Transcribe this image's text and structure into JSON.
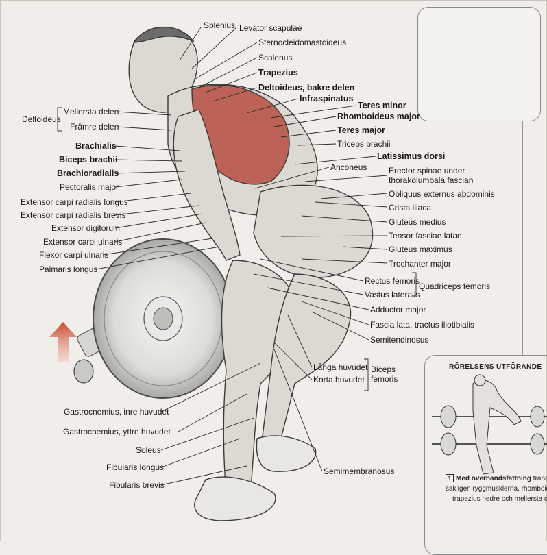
{
  "labels": {
    "splenius": "Splenius",
    "levator_scapulae": "Levator scapulae",
    "sternocleidomastoideus": "Sternocleidomastoideus",
    "scalenus": "Scalenus",
    "trapezius": "Trapezius",
    "deltoideus_bakre": "Deltoideus, bakre delen",
    "infraspinatus": "Infraspinatus",
    "teres_minor": "Teres minor",
    "rhomboideus_major": "Rhomboideus major",
    "teres_major": "Teres major",
    "triceps_brachii": "Triceps brachii",
    "latissimus_dorsi": "Latissimus dorsi",
    "anconeus": "Anconeus",
    "erector_spinae_1": "Erector spinae under",
    "erector_spinae_2": "thorakolumbala fascian",
    "obliquus": "Obliquus externus abdominis",
    "crista_iliaca": "Crista iliaca",
    "gluteus_medius": "Gluteus medius",
    "tensor_fasciae": "Tensor fasciae latae",
    "gluteus_maximus": "Gluteus maximus",
    "trochanter_major": "Trochanter major",
    "rectus_femoris": "Rectus femoris",
    "vastus_lateralis": "Vastus lateralis",
    "quadriceps_femoris": "Quadriceps femoris",
    "adductor_major": "Adductor major",
    "fascia_lata": "Fascia lata, tractus iliotibialis",
    "semitendinosus": "Semitendinosus",
    "langa_huvudet": "Långa huvudet",
    "korta_huvudet": "Korta huvudet",
    "biceps_femoris_1": "Biceps",
    "biceps_femoris_2": "femoris",
    "semimembranosus": "Semimembranosus",
    "deltoideus": "Deltoideus",
    "mellersta_delen": "Mellersta delen",
    "framre_delen": "Främre delen",
    "brachialis": "Brachialis",
    "biceps_brachii": "Biceps brachii",
    "brachioradialis": "Brachioradialis",
    "pectoralis_major": "Pectoralis major",
    "ext_carpi_rad_longus": "Extensor carpi radialis longus",
    "ext_carpi_rad_brevis": "Extensor carpi radialis brevis",
    "ext_digitorum": "Extensor digitorum",
    "ext_carpi_ulnaris": "Extensor carpi ulnaris",
    "flexor_carpi_ulnaris": "Flexor carpi ulnaris",
    "palmaris_longus": "Palmaris longus",
    "gastro_inre": "Gastrocnemius, inre huvudet",
    "gastro_yttre": "Gastrocnemius, yttre huvudet",
    "soleus": "Soleus",
    "fibularis_longus": "Fibularis longus",
    "fibularis_brevis": "Fibularis brevis"
  },
  "inset": {
    "heading": "RÖRELSENS UTFÖRANDE",
    "step_number": "1",
    "step_bold": "Med överhandsfattning",
    "step_text_1": " tränas huv",
    "step_text_2": "sakligen ryggmuskler­na, rhomboideus o",
    "step_text_3": "trapezius nedre och mellersta del."
  },
  "colors": {
    "muscle_red": "#b23a2c",
    "arrow": "#c8472f",
    "skin": "#d9d6d0",
    "line": "#2a2a2a"
  }
}
